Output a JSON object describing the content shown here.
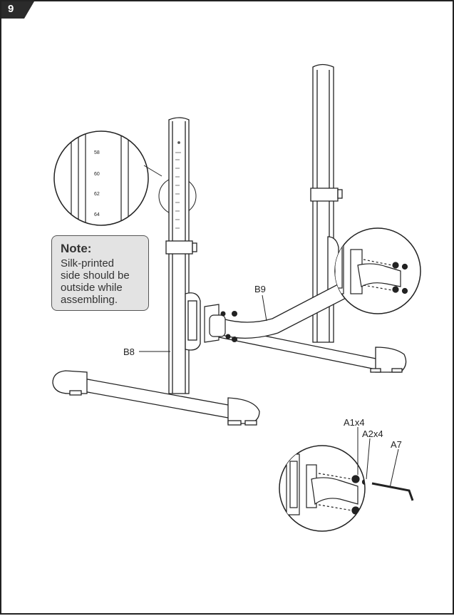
{
  "step": {
    "number": "9"
  },
  "note": {
    "title": "Note:",
    "lines": [
      "Silk-printed",
      "side should be",
      "outside while",
      "assembling."
    ]
  },
  "scale_marks": [
    "58",
    "60",
    "62",
    "64"
  ],
  "labels": {
    "b8": "B8",
    "b9": "B9",
    "a1": "A1x4",
    "a2": "A2x4",
    "a7": "A7"
  },
  "colors": {
    "stroke": "#222222",
    "tab": "#2b2b2b",
    "note_bg": "#e3e3e3"
  }
}
